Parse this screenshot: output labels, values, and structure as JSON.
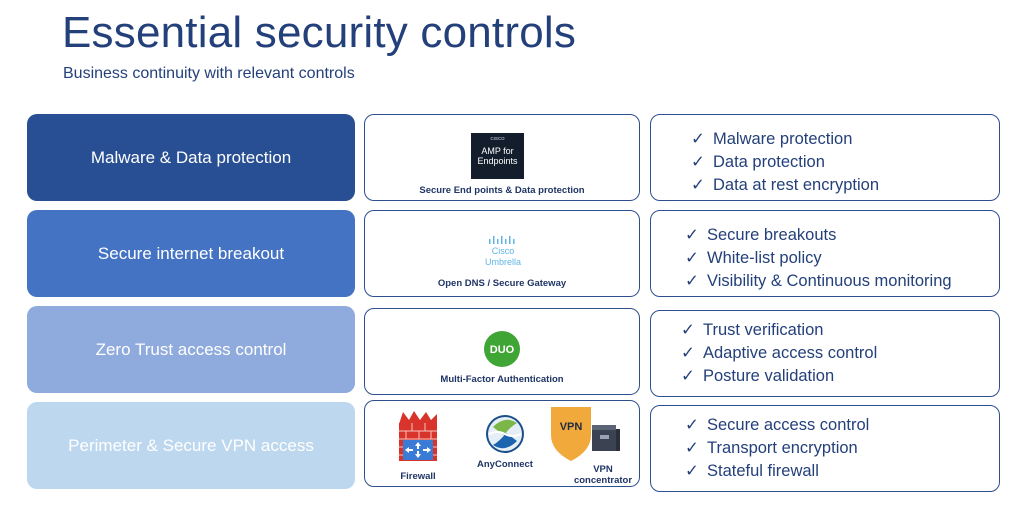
{
  "title": "Essential security controls",
  "subtitle": "Business continuity with relevant controls",
  "colors": {
    "title": "#24407a",
    "row1": "#284f94",
    "row2": "#4473c4",
    "row3": "#8faadc",
    "row4": "#bdd7ee",
    "border": "#2e4f8f"
  },
  "rows": [
    {
      "category": "Malware & Data protection",
      "product_caption": "Secure End points & Data protection",
      "logo": {
        "brand": "CISCO",
        "text_line1": "AMP for",
        "text_line2": "Endpoints"
      },
      "features": [
        "Malware protection",
        "Data protection",
        "Data at rest encryption"
      ]
    },
    {
      "category": "Secure internet breakout",
      "product_caption": "Open DNS / Secure Gateway",
      "logo": {
        "text_line1": "Cisco",
        "text_line2": "Umbrella"
      },
      "features": [
        "Secure breakouts",
        "White-list policy",
        "Visibility & Continuous monitoring"
      ]
    },
    {
      "category": "Zero Trust access control",
      "product_caption": "Multi-Factor Authentication",
      "logo": {
        "text": "DUO"
      },
      "features": [
        "Trust verification",
        "Adaptive access control",
        "Posture validation"
      ]
    },
    {
      "category": "Perimeter & Secure VPN access",
      "products": {
        "firewall": "Firewall",
        "anyconnect": "AnyConnect",
        "vpn_badge": "VPN",
        "vpn_line1": "VPN",
        "vpn_line2": "concentrator"
      },
      "features": [
        "Secure access control",
        "Transport encryption",
        "Stateful firewall"
      ]
    }
  ],
  "check_glyph": "✓"
}
